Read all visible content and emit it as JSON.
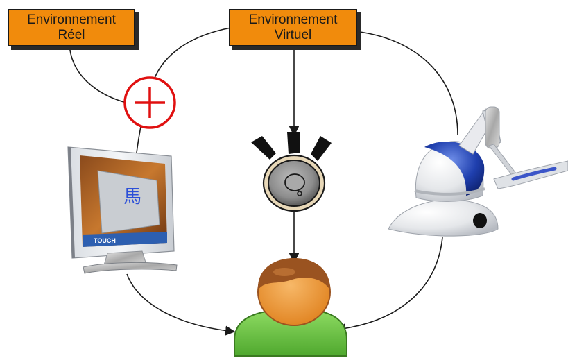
{
  "colors": {
    "box_fill": "#f18b0c",
    "plus_red": "#e01010",
    "user_shirt": "#6cc646",
    "user_face": "#f19a3c",
    "user_hair": "#9a5320",
    "haptic_blue": "#1f3fae",
    "line": "#1a1a1a"
  },
  "boxes": {
    "reel": {
      "line1": "Environnement",
      "line2": "Réel"
    },
    "virtuel": {
      "line1": "Environnement",
      "line2": "Virtuel"
    }
  },
  "screen": {
    "brand": "TOUCH"
  },
  "icons": {
    "mixer": "plus-circle-icon",
    "monitor": "computer-monitor-icon",
    "speaker": "speaker-icon",
    "haptic": "haptic-device-icon",
    "user": "user-icon"
  }
}
